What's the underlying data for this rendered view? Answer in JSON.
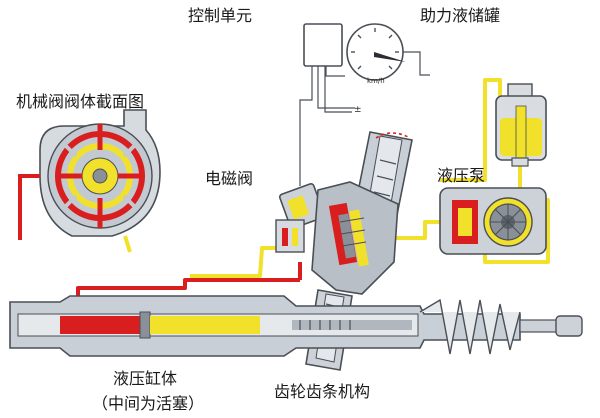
{
  "labels": {
    "control_unit": "控制单元",
    "reservoir": "助力液储罐",
    "valve_section": "机械阀阀体截面图",
    "solenoid_valve": "电磁阀",
    "pump": "液压泵",
    "cylinder_line1": "液压缸体",
    "cylinder_line2": "（中间为活塞）",
    "rack_pinion": "齿轮齿条机构"
  },
  "speedometer_unit": "km/h",
  "ground_symbol": "±",
  "colors": {
    "fluid_high": "#d81e1e",
    "fluid_low": "#f2e12a",
    "metal": "#c9cfd6",
    "outline": "#4a4f56"
  }
}
